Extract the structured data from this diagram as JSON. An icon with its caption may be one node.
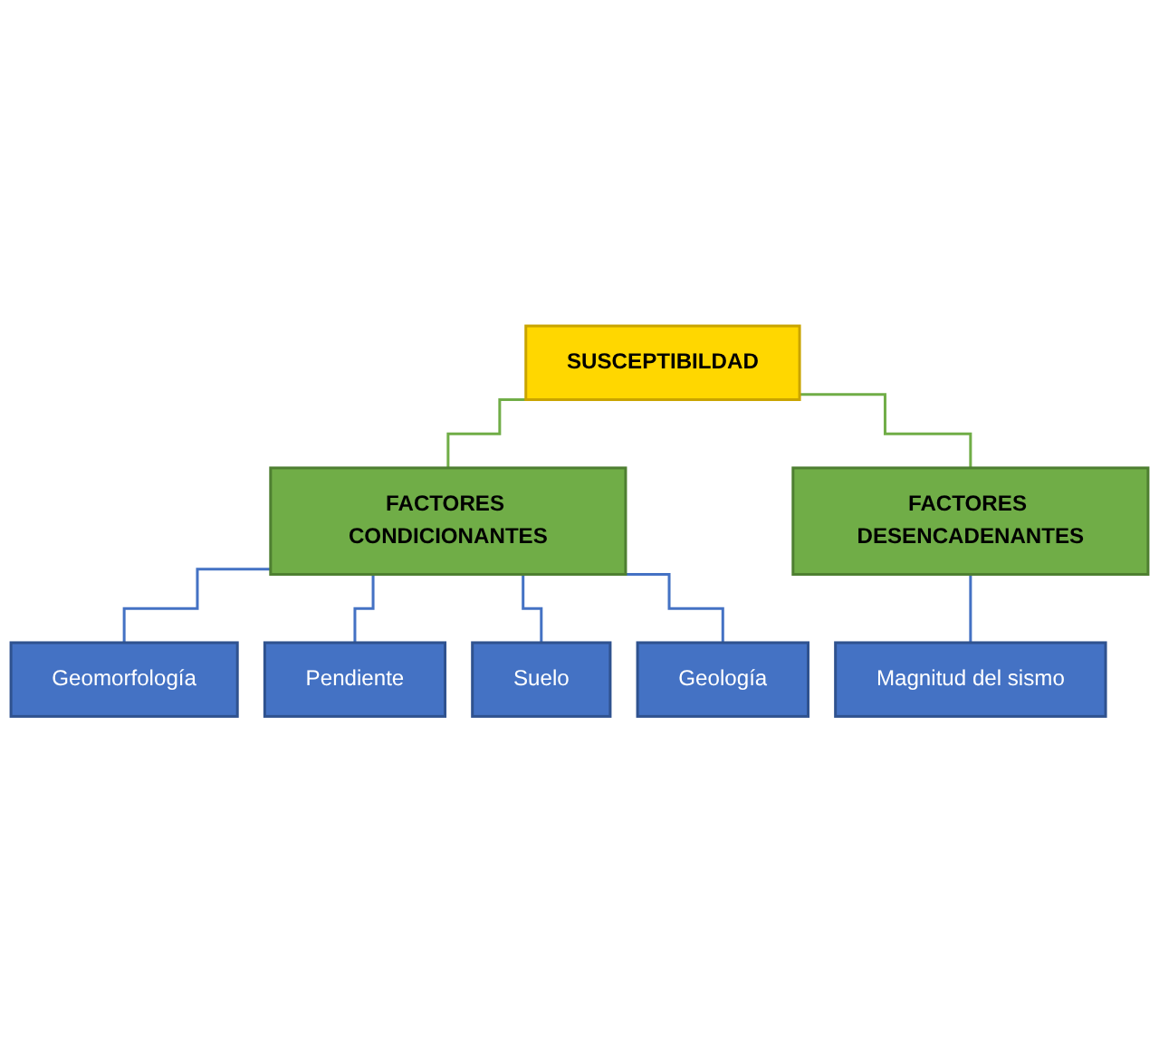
{
  "diagram": {
    "nodes": [
      {
        "text": [
          "SUSCEPTIBILDAD"
        ]
      },
      {
        "text": [
          "FACTORES CONDICIONANTES"
        ]
      },
      {
        "text": [
          "FACTORES DESENCADENANTES"
        ]
      },
      {
        "text": [
          "Geomorfología"
        ]
      },
      {
        "text": [
          "Pendiente"
        ]
      },
      {
        "text": [
          "Suelo"
        ]
      },
      {
        "text": [
          "Geología"
        ]
      },
      {
        "text": [
          "Magnitud del sismo"
        ]
      }
    ],
    "edges": [
      {
        "from": 0,
        "to": 1,
        "arrow": "none",
        "color": "#70ad47"
      },
      {
        "from": 0,
        "to": 2,
        "arrow": "none",
        "color": "#70ad47"
      },
      {
        "from": 1,
        "to": 3,
        "arrow": "none"
      },
      {
        "from": 1,
        "to": 4,
        "arrow": "none"
      },
      {
        "from": 1,
        "to": 5,
        "arrow": "none"
      },
      {
        "from": 1,
        "to": 6,
        "arrow": "none"
      },
      {
        "from": 2,
        "to": 7,
        "arrow": "none"
      }
    ]
  }
}
